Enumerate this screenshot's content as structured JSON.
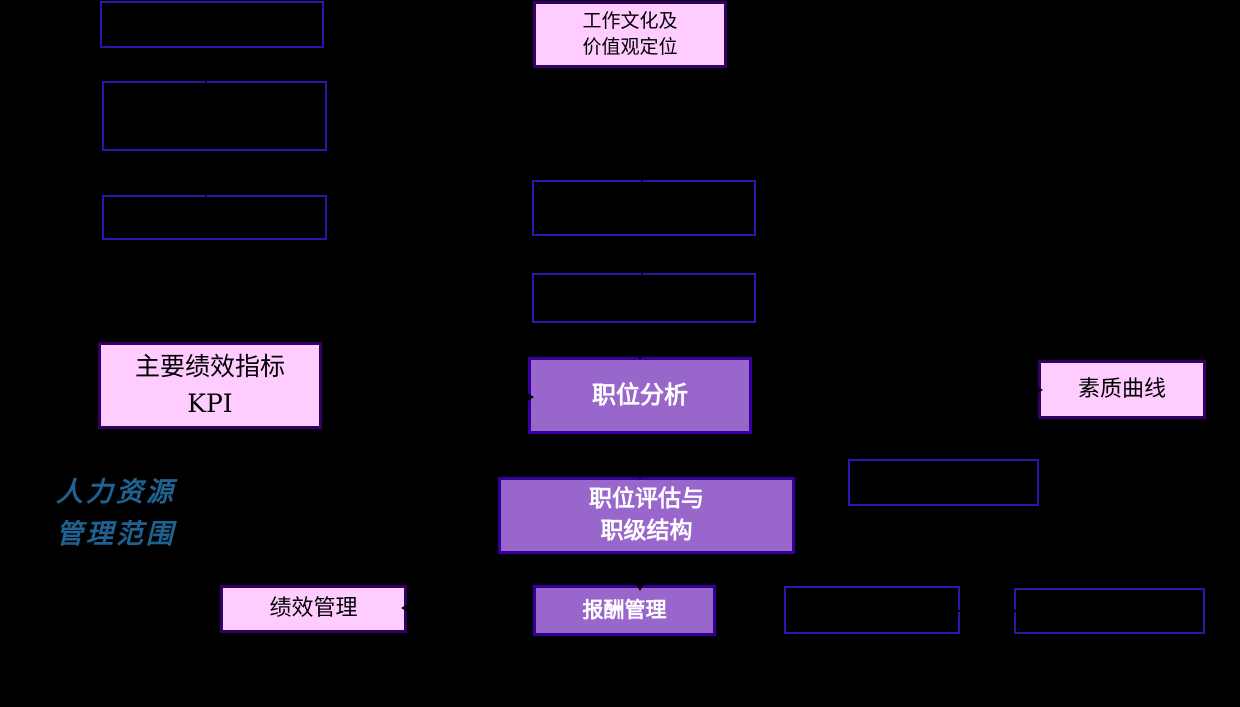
{
  "diagram": {
    "background_color": "#000000",
    "description_colors": {
      "pink_fill": "#FFCCFF",
      "pink_border": "#330066",
      "purple_fill": "#9966CC",
      "purple_border": "#330099",
      "empty_box_border": "#3311AA",
      "hr_label_text": "#1F6291",
      "connector": "#000000"
    }
  },
  "hr_scope_label": {
    "text": "人力资源\n管理范围"
  },
  "boxes": [
    {
      "name": "left-empty-box-1",
      "label": ""
    },
    {
      "name": "left-empty-box-2",
      "label": ""
    },
    {
      "name": "left-empty-box-3",
      "label": ""
    },
    {
      "name": "work-culture-values-box",
      "label": "工作文化及\n价值观定位"
    },
    {
      "name": "mid-empty-box-1",
      "label": ""
    },
    {
      "name": "mid-empty-box-2",
      "label": ""
    },
    {
      "name": "kpi-box",
      "label": "主要绩效指标\nKPI"
    },
    {
      "name": "job-analysis-box",
      "label": "职位分析"
    },
    {
      "name": "quality-curve-box",
      "label": "素质曲线"
    },
    {
      "name": "right-empty-box-1",
      "label": ""
    },
    {
      "name": "job-evaluation-grade-box",
      "label": "职位评估与\n职级结构"
    },
    {
      "name": "performance-management-box",
      "label": "绩效管理"
    },
    {
      "name": "compensation-management-box",
      "label": "报酬管理"
    },
    {
      "name": "bottom-right-empty-box-1",
      "label": ""
    },
    {
      "name": "bottom-right-empty-box-2",
      "label": ""
    }
  ],
  "icons": {
    "arrow-down": "▼",
    "arrow-right": "▶",
    "arrow-left": "◀"
  }
}
